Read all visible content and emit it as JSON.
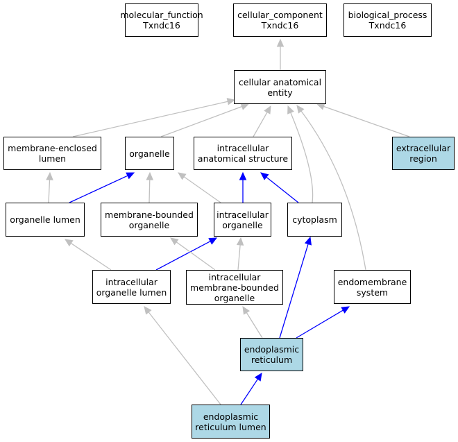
{
  "nodes": {
    "mf": {
      "line1": "molecular_function",
      "line2": "Txndc16",
      "highlighted": false
    },
    "cc": {
      "line1": "cellular_component",
      "line2": "Txndc16",
      "highlighted": false
    },
    "bp": {
      "line1": "biological_process",
      "line2": "Txndc16",
      "highlighted": false
    },
    "cae": {
      "line1": "cellular anatomical",
      "line2": "entity",
      "highlighted": false
    },
    "mel": {
      "line1": "membrane-enclosed",
      "line2": "lumen",
      "highlighted": false
    },
    "org": {
      "line1": "organelle",
      "line2": "",
      "highlighted": false
    },
    "ias": {
      "line1": "intracellular",
      "line2": "anatomical structure",
      "highlighted": false
    },
    "ecr": {
      "line1": "extracellular",
      "line2": "region",
      "highlighted": true
    },
    "ol": {
      "line1": "organelle lumen",
      "line2": "",
      "highlighted": false
    },
    "mbo": {
      "line1": "membrane-bounded",
      "line2": "organelle",
      "highlighted": false
    },
    "io": {
      "line1": "intracellular",
      "line2": "organelle",
      "highlighted": false
    },
    "cyto": {
      "line1": "cytoplasm",
      "line2": "",
      "highlighted": false
    },
    "iol": {
      "line1": "intracellular",
      "line2": "organelle lumen",
      "highlighted": false
    },
    "imbo": {
      "line1": "intracellular",
      "line2": "membrane-bounded",
      "line3": "organelle",
      "highlighted": false
    },
    "ems": {
      "line1": "endomembrane",
      "line2": "system",
      "highlighted": false
    },
    "er": {
      "line1": "endoplasmic",
      "line2": "reticulum",
      "highlighted": true
    },
    "erl": {
      "line1": "endoplasmic",
      "line2": "reticulum lumen",
      "highlighted": true
    }
  },
  "edges": [
    {
      "from": "cae",
      "to": "cc",
      "relation": "is_a"
    },
    {
      "from": "mel",
      "to": "cae",
      "relation": "is_a"
    },
    {
      "from": "org",
      "to": "cae",
      "relation": "is_a"
    },
    {
      "from": "ias",
      "to": "cae",
      "relation": "is_a"
    },
    {
      "from": "ecr",
      "to": "cae",
      "relation": "is_a"
    },
    {
      "from": "cyto",
      "to": "cae",
      "relation": "is_a"
    },
    {
      "from": "ems",
      "to": "cae",
      "relation": "is_a"
    },
    {
      "from": "ol",
      "to": "mel",
      "relation": "is_a"
    },
    {
      "from": "ol",
      "to": "org",
      "relation": "part_of"
    },
    {
      "from": "mbo",
      "to": "org",
      "relation": "is_a"
    },
    {
      "from": "io",
      "to": "org",
      "relation": "is_a"
    },
    {
      "from": "io",
      "to": "ias",
      "relation": "part_of"
    },
    {
      "from": "cyto",
      "to": "ias",
      "relation": "part_of"
    },
    {
      "from": "iol",
      "to": "ol",
      "relation": "is_a"
    },
    {
      "from": "iol",
      "to": "io",
      "relation": "part_of"
    },
    {
      "from": "imbo",
      "to": "mbo",
      "relation": "is_a"
    },
    {
      "from": "imbo",
      "to": "io",
      "relation": "is_a"
    },
    {
      "from": "er",
      "to": "imbo",
      "relation": "is_a"
    },
    {
      "from": "er",
      "to": "cyto",
      "relation": "part_of"
    },
    {
      "from": "er",
      "to": "ems",
      "relation": "part_of"
    },
    {
      "from": "erl",
      "to": "iol",
      "relation": "is_a"
    },
    {
      "from": "erl",
      "to": "er",
      "relation": "part_of"
    }
  ],
  "colors": {
    "is_a": "#c0c0c0",
    "part_of": "#0000ff",
    "highlight_fill": "#add8e6",
    "node_fill": "#ffffff",
    "node_border": "#000000"
  }
}
